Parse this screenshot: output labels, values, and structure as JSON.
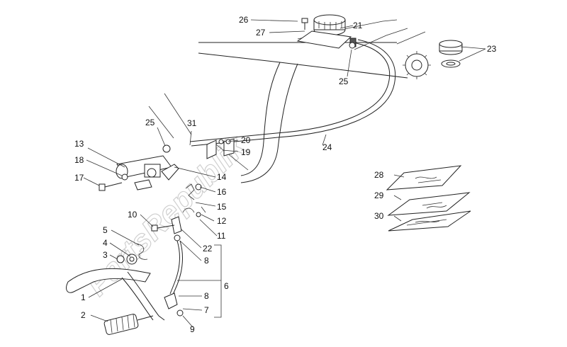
{
  "watermark": "PartsRepublik",
  "callouts": [
    {
      "id": "c1",
      "text": "1"
    },
    {
      "id": "c2",
      "text": "2"
    },
    {
      "id": "c3",
      "text": "3"
    },
    {
      "id": "c4",
      "text": "4"
    },
    {
      "id": "c5",
      "text": "5"
    },
    {
      "id": "c6",
      "text": "6"
    },
    {
      "id": "c7",
      "text": "7"
    },
    {
      "id": "c8a",
      "text": "8"
    },
    {
      "id": "c8b",
      "text": "8"
    },
    {
      "id": "c9",
      "text": "9"
    },
    {
      "id": "c10",
      "text": "10"
    },
    {
      "id": "c11",
      "text": "11"
    },
    {
      "id": "c12",
      "text": "12"
    },
    {
      "id": "c13",
      "text": "13"
    },
    {
      "id": "c14",
      "text": "14"
    },
    {
      "id": "c15",
      "text": "15"
    },
    {
      "id": "c16",
      "text": "16"
    },
    {
      "id": "c17",
      "text": "17"
    },
    {
      "id": "c18",
      "text": "18"
    },
    {
      "id": "c19",
      "text": "19"
    },
    {
      "id": "c20",
      "text": "20"
    },
    {
      "id": "c21",
      "text": "21"
    },
    {
      "id": "c22",
      "text": "22"
    },
    {
      "id": "c23",
      "text": "23"
    },
    {
      "id": "c24",
      "text": "24"
    },
    {
      "id": "c25a",
      "text": "25"
    },
    {
      "id": "c25b",
      "text": "25"
    },
    {
      "id": "c26",
      "text": "26"
    },
    {
      "id": "c27",
      "text": "27"
    },
    {
      "id": "c28",
      "text": "28"
    },
    {
      "id": "c29",
      "text": "29"
    },
    {
      "id": "c30",
      "text": "30"
    },
    {
      "id": "c31",
      "text": "31"
    }
  ]
}
